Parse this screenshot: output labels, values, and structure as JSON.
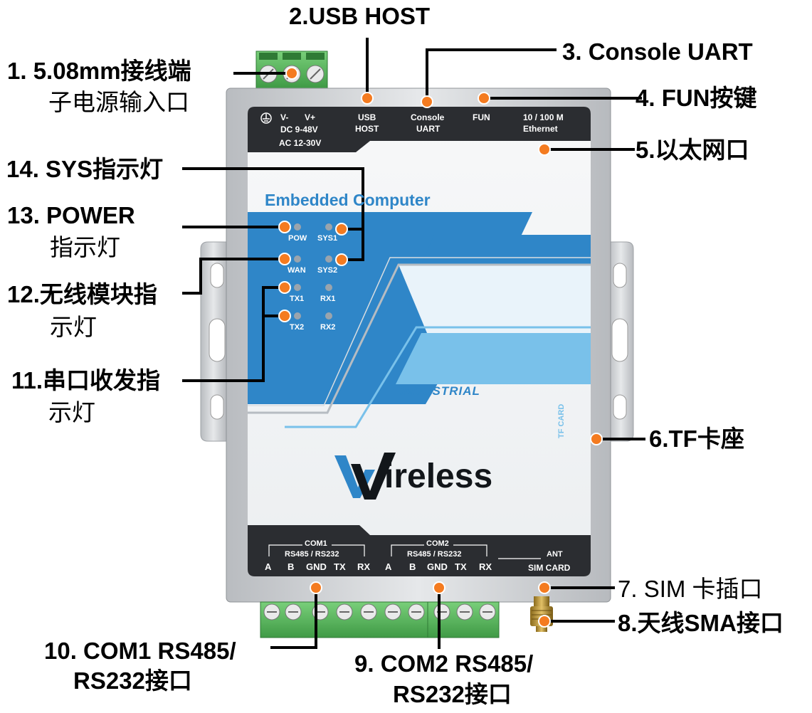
{
  "device": {
    "top_panel": {
      "power_v_minus": "V-",
      "power_v_plus": "V+",
      "power_dc": "DC 9-48V",
      "power_ac": "AC 12-30V",
      "usb_line1": "USB",
      "usb_line2": "HOST",
      "console_line1": "Console",
      "console_line2": "UART",
      "fun": "FUN",
      "eth_line1": "10 / 100 M",
      "eth_line2": "Ethernet"
    },
    "embedded_computer": "Embedded Computer",
    "industrial": "INDUSTRIAL",
    "brand": "ireless",
    "tf_card": "TF CARD",
    "leds": {
      "pow": "POW",
      "sys1": "SYS1",
      "wan": "WAN",
      "sys2": "SYS2",
      "tx1": "TX1",
      "rx1": "RX1",
      "tx2": "TX2",
      "rx2": "RX2"
    },
    "bottom_panel": {
      "com1": "COM1",
      "com1_mode": "RS485 / RS232",
      "com2": "COM2",
      "com2_mode": "RS485 / RS232",
      "pins": [
        "A",
        "B",
        "GND",
        "TX",
        "RX"
      ],
      "ant": "ANT",
      "sim_card": "SIM CARD"
    }
  },
  "callouts": {
    "c1_line1": "1.   5.08mm接线端",
    "c1_line2": "子电源输入口",
    "c2": "2.USB HOST",
    "c3": "3. Console UART",
    "c4": "4. FUN按键",
    "c5": "5.以太网口",
    "c6": "6.TF卡座",
    "c7": "7. SIM 卡插口",
    "c8": "8.天线SMA接口",
    "c9_line1": "9. COM2 RS485/",
    "c9_line2": "RS232接口",
    "c10_line1": "10. COM1 RS485/",
    "c10_line2": "RS232接口",
    "c11_line1": "11.串口收发指",
    "c11_line2": "示灯",
    "c12_line1": "12.无线模块指",
    "c12_line2": "示灯",
    "c13_line1": "13. POWER",
    "c13_line2": "指示灯",
    "c14": "14. SYS指示灯"
  },
  "colors": {
    "marker": "#f47b20",
    "device_blue": "#2f86c8",
    "device_blue_light": "#79c1ea",
    "panel_dark": "#2b2d31",
    "terminal_green": "#5cb85c"
  }
}
